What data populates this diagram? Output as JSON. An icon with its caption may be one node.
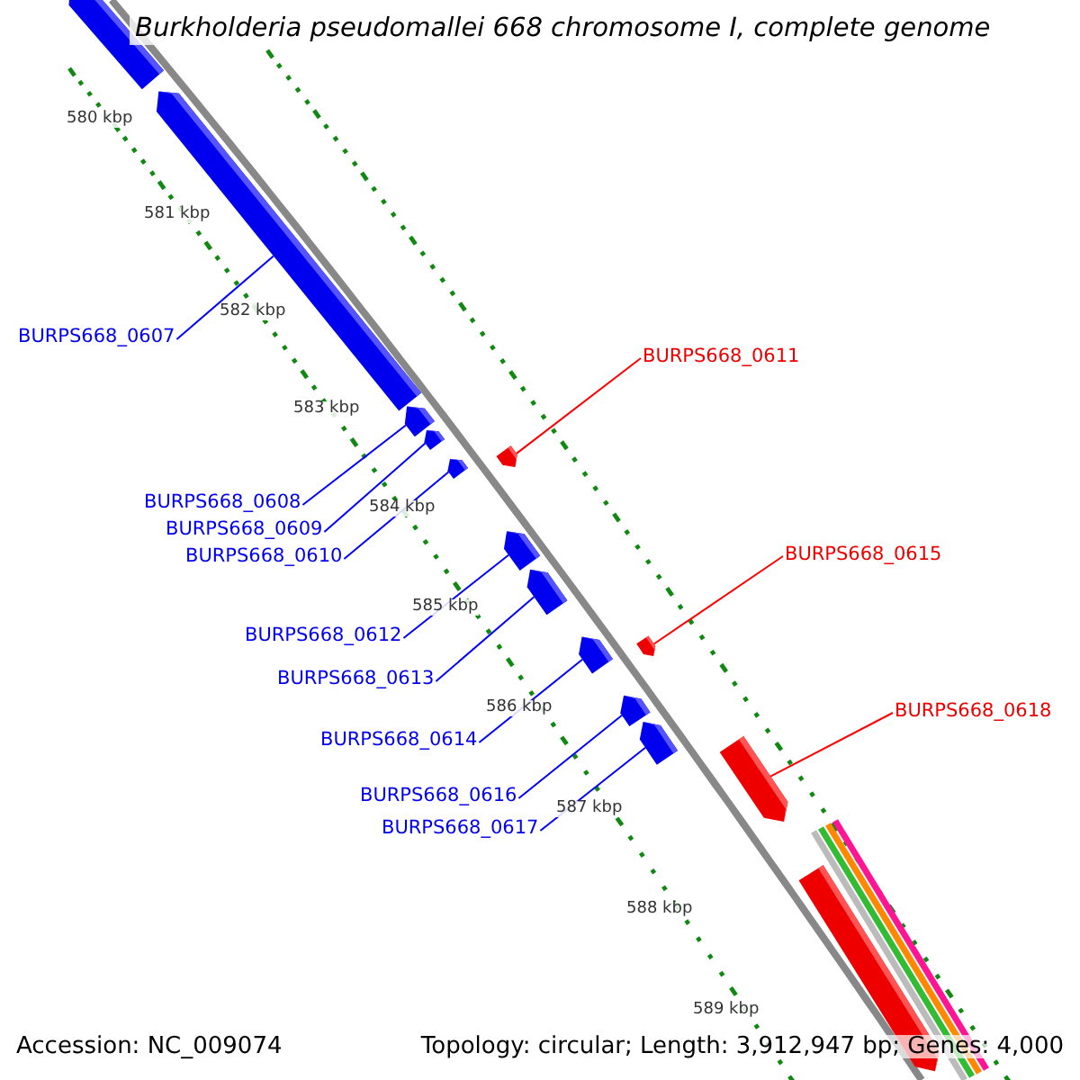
{
  "diagram": {
    "title": "Burkholderia pseudomallei 668 chromosome I, complete genome",
    "nodes": [
      {
        "text": [
          "BURPS668_0607"
        ]
      },
      {
        "text": [
          "BURPS668_0608"
        ]
      },
      {
        "text": [
          "BURPS668_0609"
        ]
      },
      {
        "text": [
          "BURPS668_0610"
        ]
      },
      {
        "text": [
          "BURPS668_0611"
        ]
      },
      {
        "text": [
          "BURPS668_0612"
        ]
      },
      {
        "text": [
          "BURPS668_0613"
        ]
      },
      {
        "text": [
          "BURPS668_0614"
        ]
      },
      {
        "text": [
          "BURPS668_0615"
        ]
      },
      {
        "text": [
          "BURPS668_0616"
        ]
      },
      {
        "text": [
          "BURPS668_0617"
        ]
      },
      {
        "text": [
          "BURPS668_0618"
        ]
      },
      {
        "text": [],
        "shape": "arrow"
      },
      {
        "text": [],
        "shape": "arrow"
      },
      {
        "text": [],
        "shape": "arrow"
      },
      {
        "text": [],
        "shape": "arrow"
      },
      {
        "text": [],
        "shape": "arrow"
      },
      {
        "text": [],
        "shape": "arrow"
      },
      {
        "text": [],
        "shape": "arrow"
      },
      {
        "text": [],
        "shape": "arrow"
      },
      {
        "text": [],
        "shape": "arrow"
      },
      {
        "text": [],
        "shape": "arrow"
      },
      {
        "text": [],
        "shape": "arrow"
      },
      {
        "text": [],
        "shape": "arrow"
      }
    ],
    "edges": [
      {
        "from": 0,
        "to": 12,
        "arrow": "none"
      },
      {
        "from": 1,
        "to": 13,
        "arrow": "none"
      },
      {
        "from": 2,
        "to": 14,
        "arrow": "none"
      },
      {
        "from": 3,
        "to": 15,
        "arrow": "none"
      },
      {
        "from": 4,
        "to": 16,
        "arrow": "none",
        "color": "#ff0000"
      },
      {
        "from": 5,
        "to": 17,
        "arrow": "none"
      },
      {
        "from": 6,
        "to": 18,
        "arrow": "none"
      },
      {
        "from": 7,
        "to": 19,
        "arrow": "none"
      },
      {
        "from": 8,
        "to": 20,
        "arrow": "none",
        "color": "#ff0000"
      },
      {
        "from": 9,
        "to": 21,
        "arrow": "none"
      },
      {
        "from": 10,
        "to": 22,
        "arrow": "none"
      },
      {
        "from": 11,
        "to": 23,
        "arrow": "none",
        "color": "#ff0000"
      }
    ],
    "labels": [
      "580 kbp",
      "581 kbp",
      "582 kbp",
      "583 kbp",
      "584 kbp",
      "585 kbp",
      "586 kbp",
      "587 kbp",
      "588 kbp",
      "589 kbp",
      "Accession: NC_009074",
      "Topology: circular; Length: 3,912,947 bp; Genes: 4,000"
    ]
  }
}
